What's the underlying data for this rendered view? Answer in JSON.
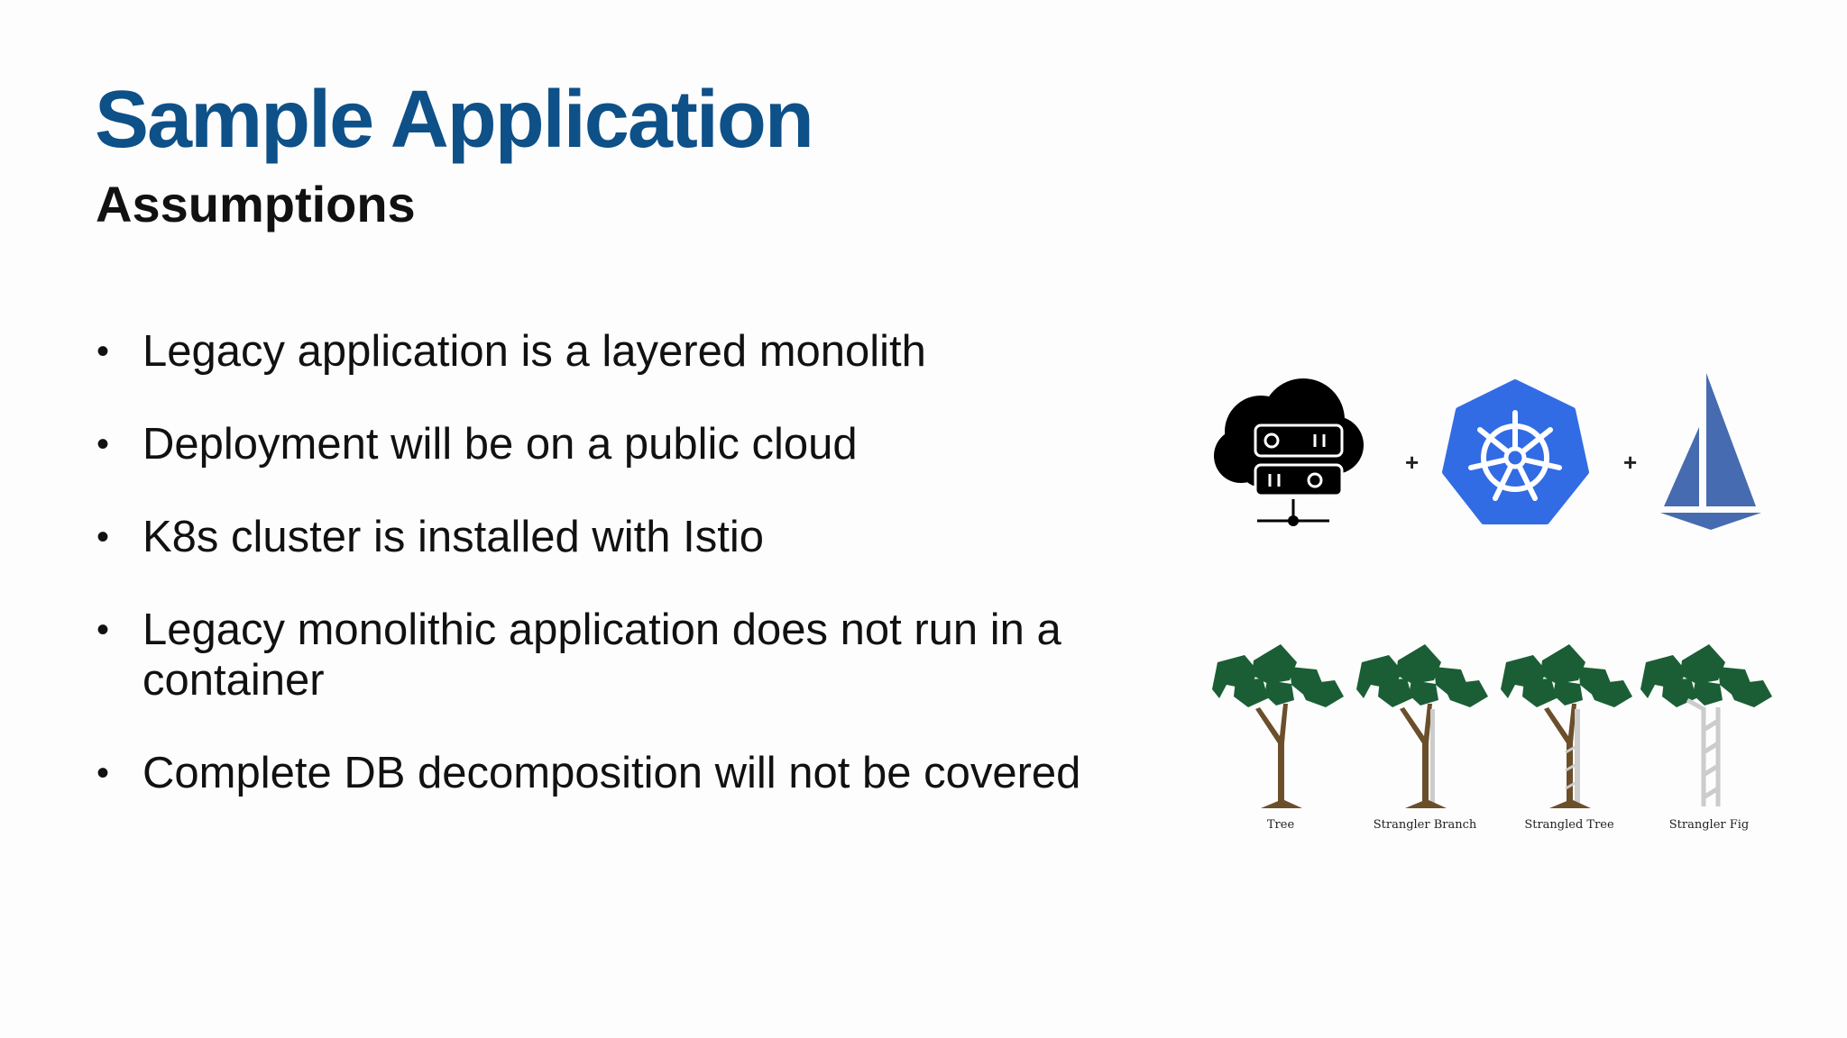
{
  "slide": {
    "title": "Sample Application",
    "subtitle": "Assumptions",
    "bullets": [
      "Legacy application is a layered monolith",
      "Deployment will be on a public cloud",
      "K8s cluster is installed with Istio",
      "Legacy monolithic application does not run in a container",
      "Complete DB decomposition will not be covered"
    ]
  },
  "icons": {
    "plus_1": "+",
    "plus_2": "+",
    "cloud_server": "cloud-server-icon",
    "kubernetes": "kubernetes-helm-icon",
    "istio": "istio-sail-icon"
  },
  "trees": [
    {
      "label": "Tree"
    },
    {
      "label": "Strangler Branch"
    },
    {
      "label": "Strangled Tree"
    },
    {
      "label": "Strangler Fig"
    }
  ],
  "colors": {
    "title": "#0e5088",
    "text": "#111111",
    "kubernetes_blue": "#326ce5",
    "istio_blue": "#466bb0",
    "leaf_green": "#1b5e35",
    "trunk_brown": "#6b4f2a",
    "vine_grey": "#cccccc"
  }
}
